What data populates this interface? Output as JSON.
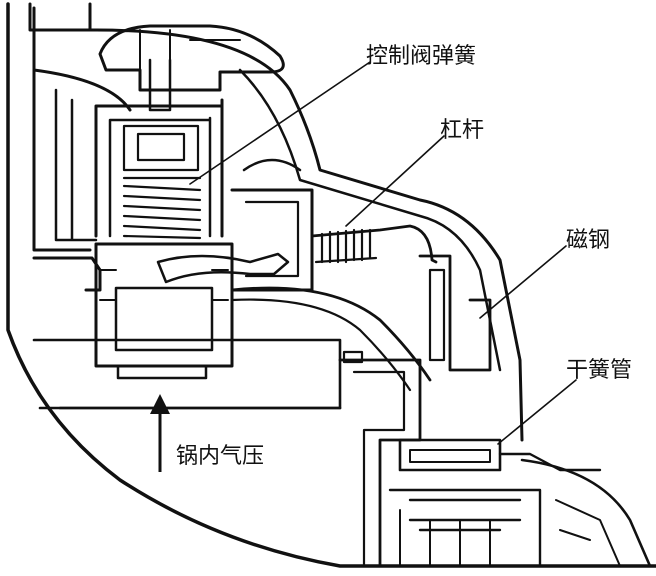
{
  "labels": {
    "control_valve_spring": "控制阀弹簧",
    "lever": "杠杆",
    "magnet": "磁钢",
    "reed_switch": "干簧管",
    "pot_pressure": "锅内气压"
  },
  "colors": {
    "ink": "#111111",
    "background": "#ffffff"
  },
  "icons": {
    "pressure_arrow": "up-arrow-icon"
  }
}
